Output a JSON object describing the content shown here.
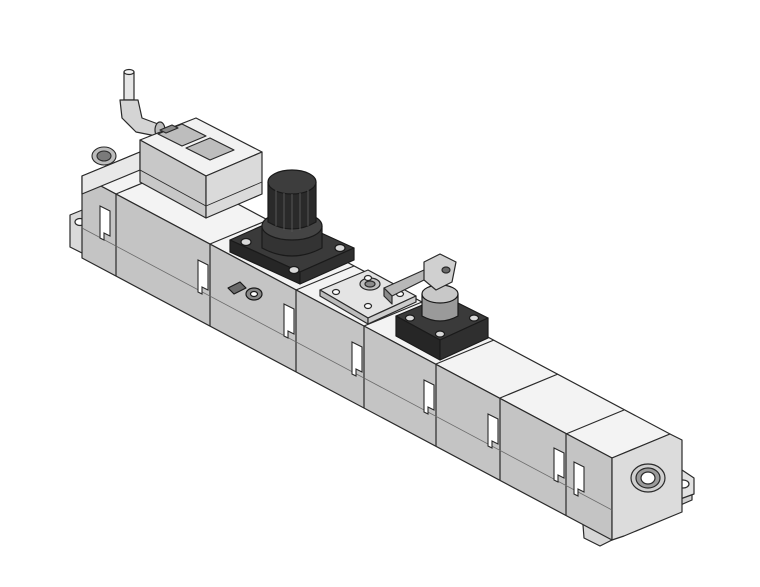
{
  "scene": {
    "description_visible_text": "",
    "colors": {
      "background": "#ffffff",
      "body_top": "#f2f2f2",
      "body_front": "#bdbdbd",
      "body_side": "#d6d6d6",
      "outline": "#2a2a2a",
      "black_part": "#2b2b2b",
      "dark_part": "#3a3a3a"
    },
    "modules": [
      {
        "name": "pressure-switch-module"
      },
      {
        "name": "regulator-module"
      },
      {
        "name": "blank-plate-module"
      },
      {
        "name": "valve-module"
      },
      {
        "name": "spacer-module-1"
      },
      {
        "name": "spacer-module-2"
      },
      {
        "name": "end-block-module"
      }
    ]
  }
}
